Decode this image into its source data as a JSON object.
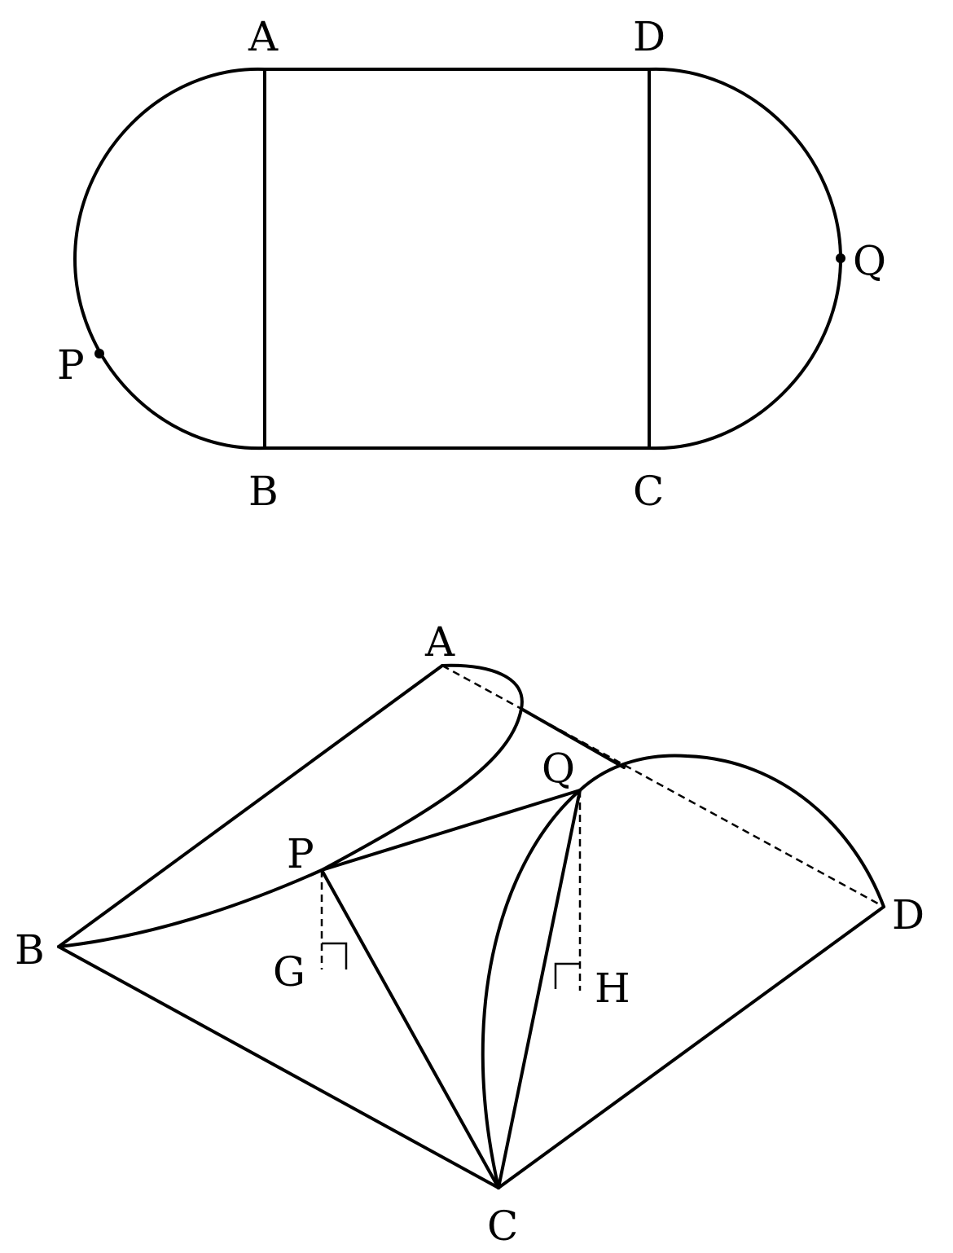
{
  "figure1": {
    "labels": {
      "A": "A",
      "B": "B",
      "C": "C",
      "D": "D",
      "P": "P",
      "Q": "Q"
    }
  },
  "figure2": {
    "labels": {
      "A": "A",
      "B": "B",
      "C": "C",
      "D": "D",
      "P": "P",
      "Q": "Q",
      "G": "G",
      "H": "H"
    }
  }
}
